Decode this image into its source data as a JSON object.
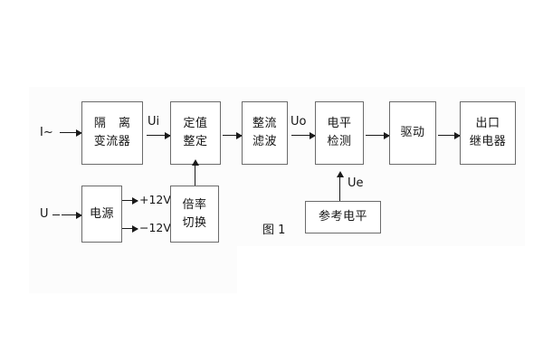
{
  "figure": {
    "caption": "图 1",
    "background_color": "#ffffff",
    "panel_color": "#fcfcfc",
    "line_color": "#1a1a1a",
    "box_border_color": "#6b6b6b",
    "text_color": "#151515"
  },
  "inputs": {
    "current": "I~",
    "voltage": "U"
  },
  "blocks": {
    "isolation_ct": {
      "line1": "隔 离",
      "line2": "变流器"
    },
    "setting": {
      "line1": "定值",
      "line2": "整定"
    },
    "rectify_filter": {
      "line1": "整流",
      "line2": "滤波"
    },
    "level_detect": {
      "line1": "电平",
      "line2": "检测"
    },
    "drive": {
      "line1": "驱动"
    },
    "output_relay": {
      "line1": "出口",
      "line2": "继电器"
    },
    "power_supply": {
      "line1": "电源"
    },
    "multiplier_switch": {
      "line1": "倍率",
      "line2": "切换"
    },
    "reference_level": {
      "line1": "参考电平"
    }
  },
  "signals": {
    "ui": "Ui",
    "uo": "Uo",
    "ue": "Ue",
    "rail_positive": "+12V",
    "rail_negative": "−12V"
  }
}
